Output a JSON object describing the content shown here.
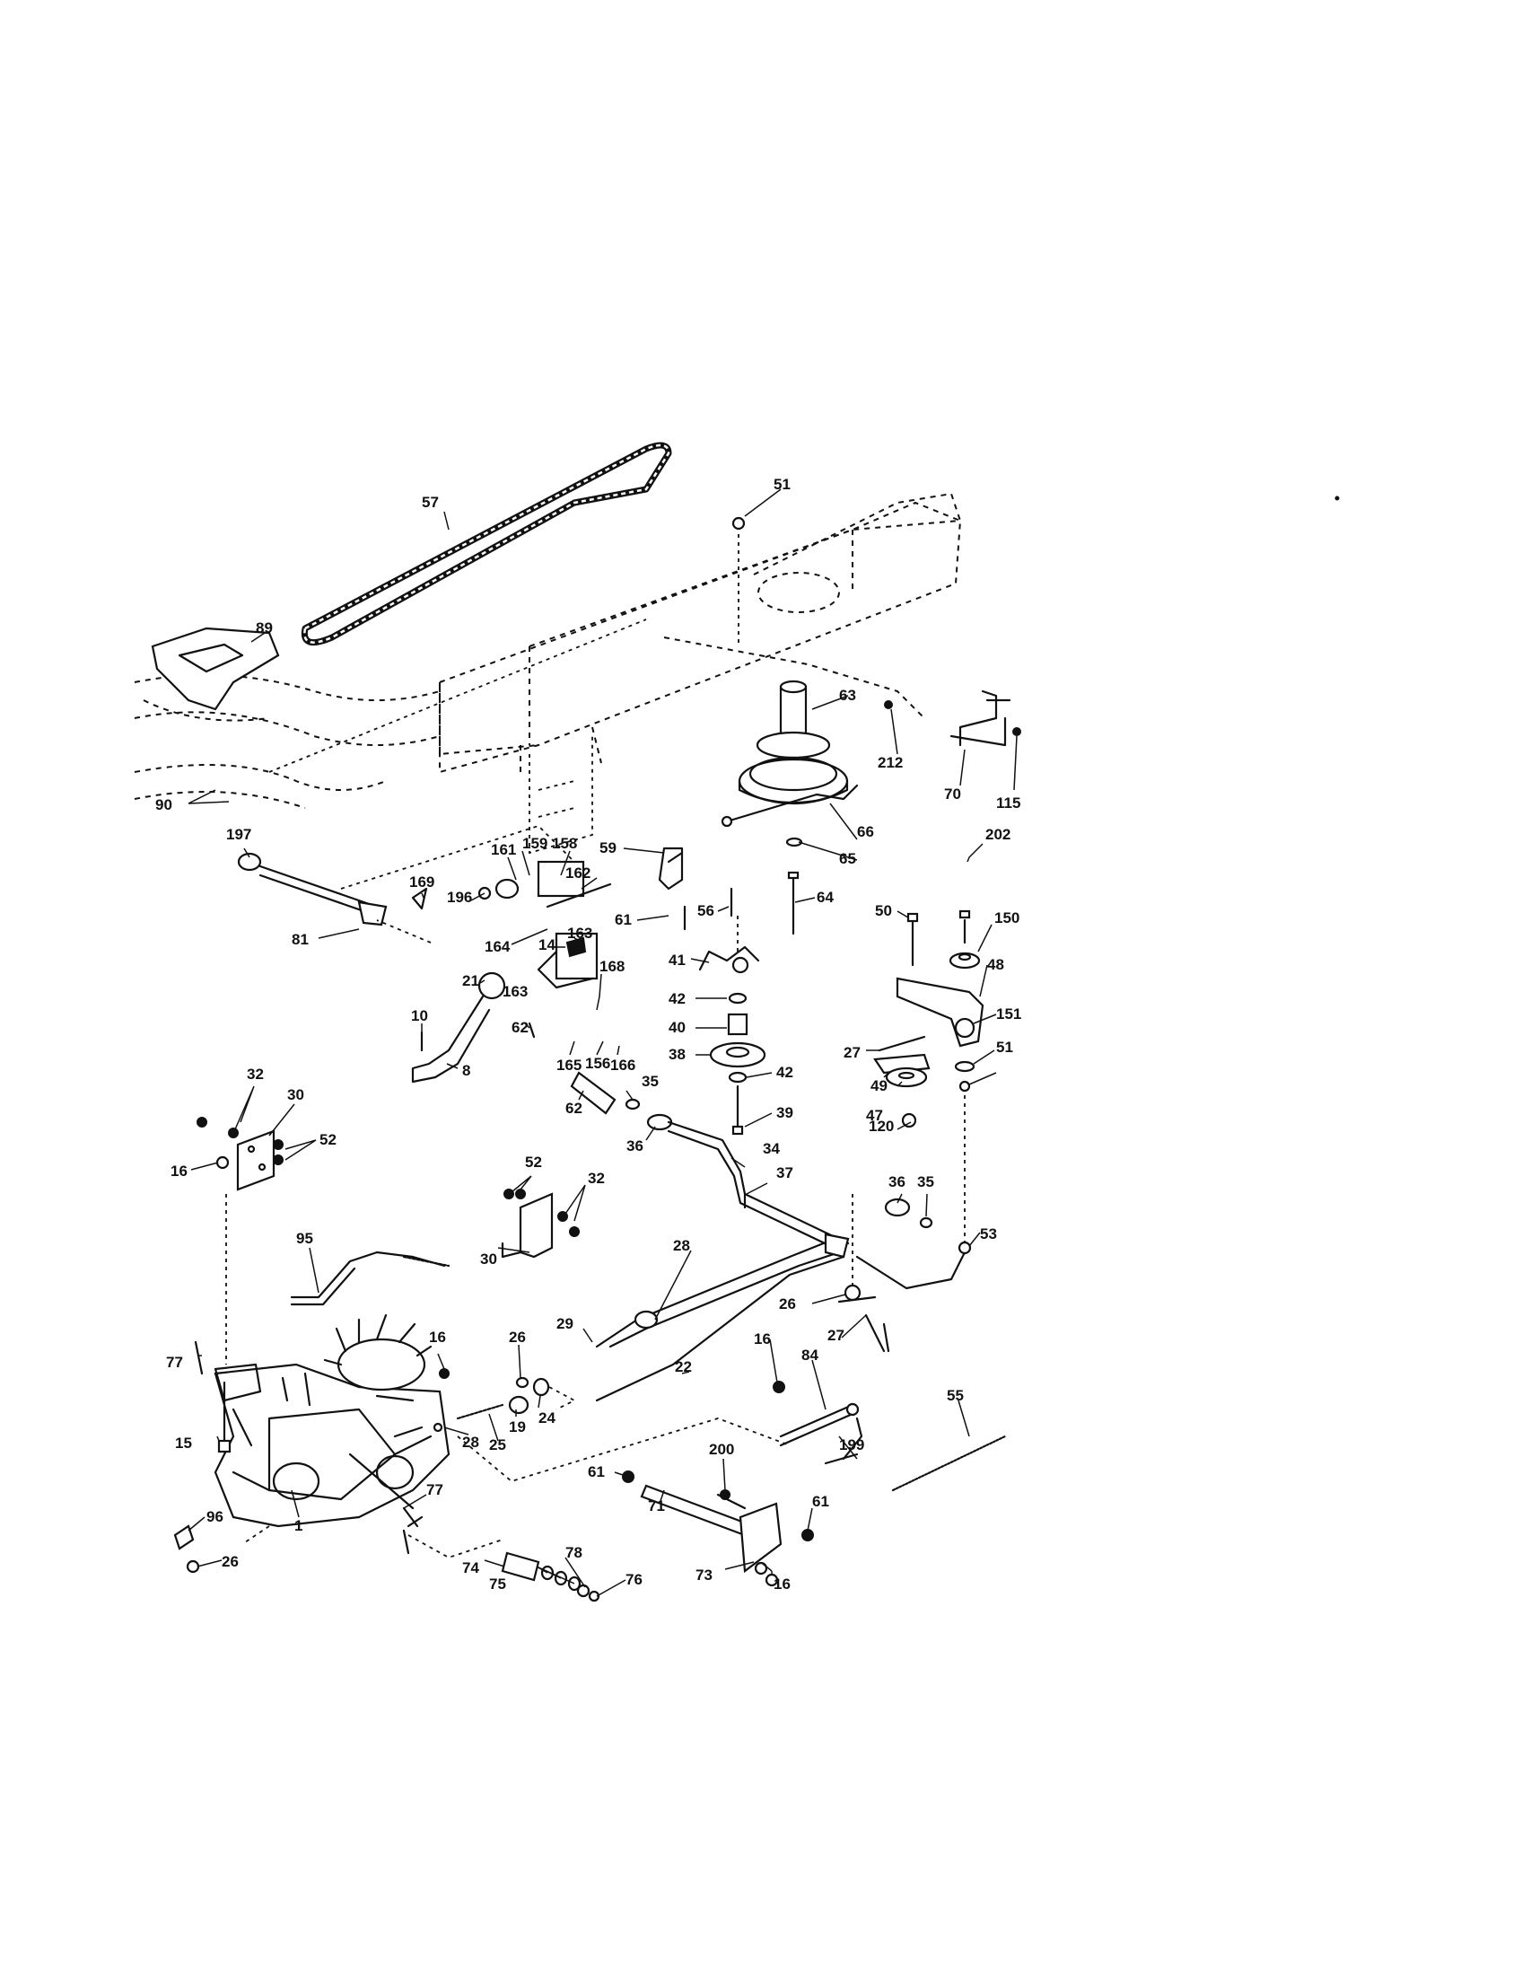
{
  "diagram": {
    "callouts": [
      {
        "id": "c57",
        "text": "57"
      },
      {
        "id": "c51a",
        "text": "51"
      },
      {
        "id": "c89",
        "text": "89"
      },
      {
        "id": "c63",
        "text": "63"
      },
      {
        "id": "c212",
        "text": "212"
      },
      {
        "id": "c70",
        "text": "70"
      },
      {
        "id": "c115",
        "text": "115"
      },
      {
        "id": "c90",
        "text": "90"
      },
      {
        "id": "c197",
        "text": "197"
      },
      {
        "id": "c59",
        "text": "59"
      },
      {
        "id": "c66",
        "text": "66"
      },
      {
        "id": "c161",
        "text": "161"
      },
      {
        "id": "c159",
        "text": "159"
      },
      {
        "id": "c158",
        "text": "158"
      },
      {
        "id": "c169",
        "text": "169"
      },
      {
        "id": "c196",
        "text": "196"
      },
      {
        "id": "c162",
        "text": "162"
      },
      {
        "id": "c61a",
        "text": "61"
      },
      {
        "id": "c65",
        "text": "65"
      },
      {
        "id": "c202",
        "text": "202"
      },
      {
        "id": "c56",
        "text": "56"
      },
      {
        "id": "c64",
        "text": "64"
      },
      {
        "id": "c50",
        "text": "50"
      },
      {
        "id": "c150",
        "text": "150"
      },
      {
        "id": "c81",
        "text": "81"
      },
      {
        "id": "c14",
        "text": "14"
      },
      {
        "id": "c163a",
        "text": "163"
      },
      {
        "id": "c41",
        "text": "41"
      },
      {
        "id": "c164",
        "text": "164"
      },
      {
        "id": "c48",
        "text": "48"
      },
      {
        "id": "c168",
        "text": "168"
      },
      {
        "id": "c163b",
        "text": "163"
      },
      {
        "id": "c42a",
        "text": "42"
      },
      {
        "id": "c40",
        "text": "40"
      },
      {
        "id": "c21",
        "text": "21"
      },
      {
        "id": "c38",
        "text": "38"
      },
      {
        "id": "c151",
        "text": "151"
      },
      {
        "id": "c27a",
        "text": "27"
      },
      {
        "id": "c62a",
        "text": "62"
      },
      {
        "id": "c165",
        "text": "165"
      },
      {
        "id": "c156",
        "text": "156"
      },
      {
        "id": "c166",
        "text": "166"
      },
      {
        "id": "c42b",
        "text": "42"
      },
      {
        "id": "c51b",
        "text": "51"
      },
      {
        "id": "c10",
        "text": "10"
      },
      {
        "id": "c8",
        "text": "8"
      },
      {
        "id": "c49",
        "text": "49"
      },
      {
        "id": "c39",
        "text": "39"
      },
      {
        "id": "c35a",
        "text": "35"
      },
      {
        "id": "c47",
        "text": "47"
      },
      {
        "id": "c62b",
        "text": "62"
      },
      {
        "id": "c32a",
        "text": "32"
      },
      {
        "id": "c30a",
        "text": "30"
      },
      {
        "id": "c36a",
        "text": "36"
      },
      {
        "id": "c120",
        "text": "120"
      },
      {
        "id": "c52a",
        "text": "52"
      },
      {
        "id": "c34",
        "text": "34"
      },
      {
        "id": "c16a",
        "text": "16"
      },
      {
        "id": "c52b",
        "text": "52"
      },
      {
        "id": "c37",
        "text": "37"
      },
      {
        "id": "c32b",
        "text": "32"
      },
      {
        "id": "c36b",
        "text": "36"
      },
      {
        "id": "c35b",
        "text": "35"
      },
      {
        "id": "c95",
        "text": "95"
      },
      {
        "id": "c53",
        "text": "53"
      },
      {
        "id": "c28a",
        "text": "28"
      },
      {
        "id": "c30b",
        "text": "30"
      },
      {
        "id": "c26a",
        "text": "26"
      },
      {
        "id": "c29",
        "text": "29"
      },
      {
        "id": "c27b",
        "text": "27"
      },
      {
        "id": "c16b",
        "text": "16"
      },
      {
        "id": "c26b",
        "text": "26"
      },
      {
        "id": "c77a",
        "text": "77"
      },
      {
        "id": "c16c",
        "text": "16"
      },
      {
        "id": "c22",
        "text": "22"
      },
      {
        "id": "c84",
        "text": "84"
      },
      {
        "id": "c24",
        "text": "24"
      },
      {
        "id": "c55",
        "text": "55"
      },
      {
        "id": "c19",
        "text": "19"
      },
      {
        "id": "c15",
        "text": "15"
      },
      {
        "id": "c28b",
        "text": "28"
      },
      {
        "id": "c25",
        "text": "25"
      },
      {
        "id": "c199",
        "text": "199"
      },
      {
        "id": "c200",
        "text": "200"
      },
      {
        "id": "c61b",
        "text": "61"
      },
      {
        "id": "c77b",
        "text": "77"
      },
      {
        "id": "c71",
        "text": "71"
      },
      {
        "id": "c61c",
        "text": "61"
      },
      {
        "id": "c96",
        "text": "96"
      },
      {
        "id": "c1",
        "text": "1"
      },
      {
        "id": "c26c",
        "text": "26"
      },
      {
        "id": "c78",
        "text": "78"
      },
      {
        "id": "c74",
        "text": "74"
      },
      {
        "id": "c76",
        "text": "76"
      },
      {
        "id": "c75",
        "text": "75"
      },
      {
        "id": "c73",
        "text": "73"
      },
      {
        "id": "c16d",
        "text": "16"
      }
    ]
  }
}
